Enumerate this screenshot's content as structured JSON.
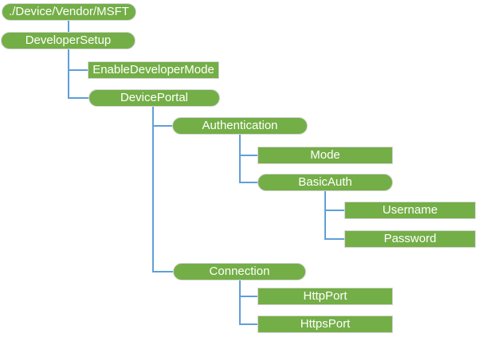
{
  "colors": {
    "node-fill": "#74ae47",
    "node-text": "#ffffff",
    "node-border": "#d6d6d6",
    "connector": "#5f9fd8",
    "bg": "#ffffff"
  },
  "nodes": [
    {
      "id": "msft-root",
      "label": "./Device/Vendor/MSFT",
      "shape": "rounded",
      "children": [
        "DeveloperSetup"
      ]
    },
    {
      "id": "developer-setup",
      "label": "DeveloperSetup",
      "shape": "rounded",
      "children": [
        "EnableDeveloperMode",
        "DevicePortal"
      ]
    },
    {
      "id": "enable-developer-mode",
      "label": "EnableDeveloperMode",
      "shape": "rect",
      "children": []
    },
    {
      "id": "device-portal",
      "label": "DevicePortal",
      "shape": "rounded",
      "children": [
        "Authentication",
        "Connection"
      ]
    },
    {
      "id": "authentication",
      "label": "Authentication",
      "shape": "rounded",
      "children": [
        "Mode",
        "BasicAuth"
      ]
    },
    {
      "id": "mode",
      "label": "Mode",
      "shape": "rect",
      "children": []
    },
    {
      "id": "basic-auth",
      "label": "BasicAuth",
      "shape": "rounded",
      "children": [
        "Username",
        "Password"
      ]
    },
    {
      "id": "username",
      "label": "Username",
      "shape": "rect",
      "children": []
    },
    {
      "id": "password",
      "label": "Password",
      "shape": "rect",
      "children": []
    },
    {
      "id": "connection",
      "label": "Connection",
      "shape": "rounded",
      "children": [
        "HttpPort",
        "HttpsPort"
      ]
    },
    {
      "id": "http-port",
      "label": "HttpPort",
      "shape": "rect",
      "children": []
    },
    {
      "id": "https-port",
      "label": "HttpsPort",
      "shape": "rect",
      "children": []
    }
  ]
}
